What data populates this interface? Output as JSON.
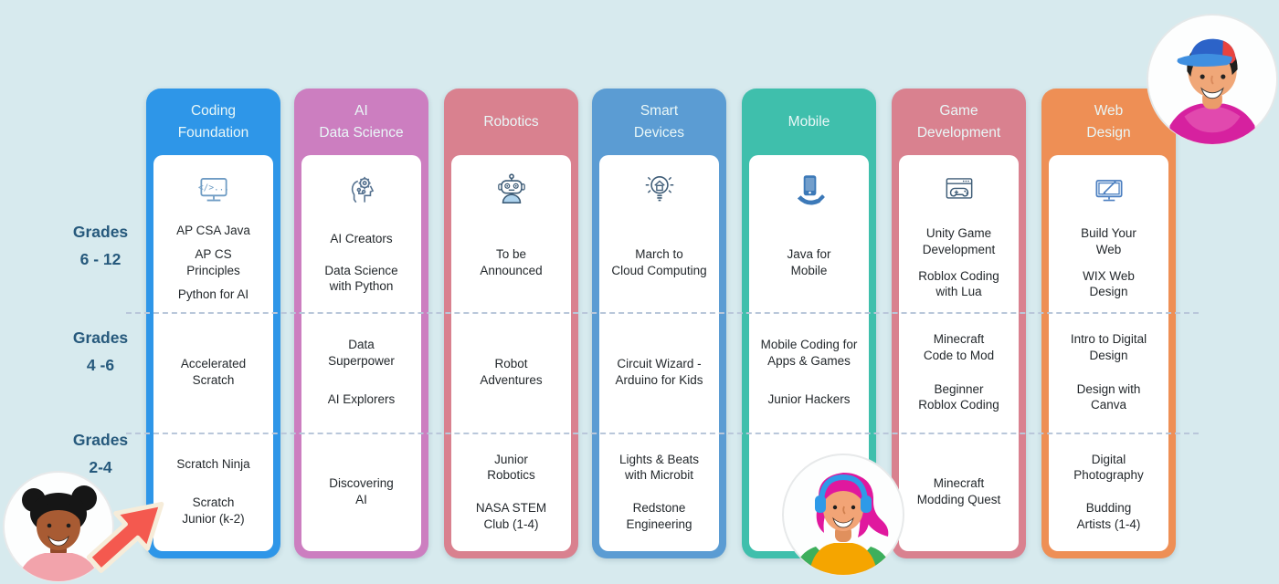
{
  "page": {
    "background_color": "#d7eaee",
    "divider_color": "#b9c7da"
  },
  "grade_bands": [
    {
      "label": "Grades\n6 - 12"
    },
    {
      "label": "Grades\n4 -6"
    },
    {
      "label": "Grades\n2-4"
    }
  ],
  "columns": [
    {
      "title": "Coding\nFoundation",
      "color": "#2e96e8",
      "icon": "code-monitor-icon",
      "bands": [
        [
          "AP CSA Java",
          "AP CS\nPrinciples",
          "Python for AI"
        ],
        [
          "Accelerated\nScratch"
        ],
        [
          "Scratch Ninja",
          "Scratch\nJunior (k-2)"
        ]
      ]
    },
    {
      "title": "AI\nData Science",
      "color": "#cc7ec0",
      "icon": "ai-head-gears-icon",
      "bands": [
        [
          "AI Creators",
          "Data Science\nwith Python"
        ],
        [
          "Data\nSuperpower",
          "AI Explorers"
        ],
        [
          "Discovering\nAI"
        ]
      ]
    },
    {
      "title": "Robotics",
      "color": "#d9818f",
      "icon": "robot-icon",
      "bands": [
        [
          "To be\nAnnounced"
        ],
        [
          "Robot\nAdventures"
        ],
        [
          "Junior\nRobotics",
          "NASA STEM\nClub (1-4)"
        ]
      ]
    },
    {
      "title": "Smart\nDevices",
      "color": "#5b9cd3",
      "icon": "smart-bulb-home-icon",
      "bands": [
        [
          "March to\nCloud Computing"
        ],
        [
          "Circuit Wizard -\nArduino for Kids"
        ],
        [
          "Lights & Beats\nwith Microbit",
          "Redstone\nEngineering"
        ]
      ]
    },
    {
      "title": "Mobile",
      "color": "#3fbfac",
      "icon": "phone-hand-icon",
      "bands": [
        [
          "Java for\nMobile"
        ],
        [
          "Mobile Coding for\nApps & Games",
          "Junior Hackers"
        ],
        []
      ]
    },
    {
      "title": "Game\nDevelopment",
      "color": "#d9818f",
      "icon": "game-window-icon",
      "bands": [
        [
          "Unity Game\nDevelopment",
          "Roblox Coding\nwith Lua"
        ],
        [
          "Minecraft\nCode to Mod",
          "Beginner\nRoblox Coding"
        ],
        [
          "Minecraft\nModding Quest"
        ]
      ]
    },
    {
      "title": "Web\nDesign",
      "color": "#ee8f55",
      "icon": "design-monitor-icon",
      "bands": [
        [
          "Build Your\nWeb",
          "WIX Web\nDesign"
        ],
        [
          "Intro to Digital\nDesign",
          "Design with\nCanva"
        ],
        [
          "Digital\nPhotography",
          "Budding\nArtists (1-4)"
        ]
      ]
    }
  ],
  "decorations": {
    "arrow_color": "#f4594f",
    "avatars": [
      "boy-cap-avatar",
      "girl-buns-avatar",
      "girl-headphones-avatar"
    ]
  }
}
